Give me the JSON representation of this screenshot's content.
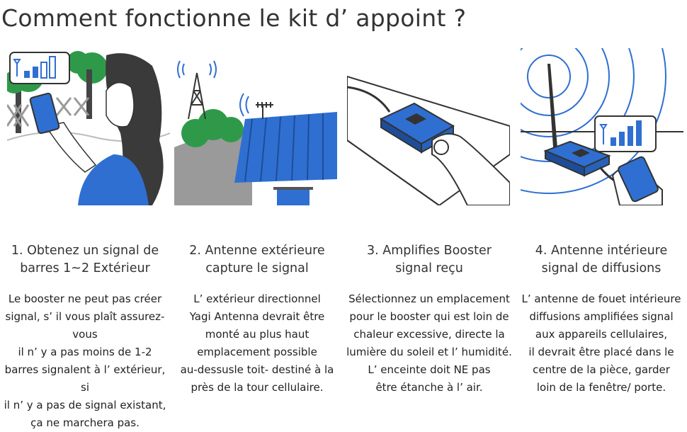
{
  "title": "Comment fonctionne le kit d’ appoint ?",
  "steps": [
    {
      "title": "1. Obtenez un signal de\nbarres 1~2 Extérieur",
      "text": "Le booster ne peut pas créer\nsignal, s’ il vous plaît assurez-vous\nil n’ y a pas moins de 1-2\nbarres signalent à l’ extérieur, si\nil n’ y a pas de signal existant,\nça ne marchera pas."
    },
    {
      "title": "2. Antenne extérieure\ncapture le signal",
      "text": "L’ extérieur directionnel\nYagi Antenna devrait être\nmonté au plus haut\nemplacement possible\nau-dessusle toit- destiné à la\nprès de la tour cellulaire."
    },
    {
      "title": "3. Amplifies Booster\nsignal reçu",
      "text": "Sélectionnez un emplacement\npour le booster qui est loin de\nchaleur excessive, directe la\nlumière du soleil et l’ humidité.\nL’ enceinte doit NE pas\nêtre étanche à l’ air."
    },
    {
      "title": "4. Antenne intérieure\nsignal de diffusions",
      "text": "L’ antenne de fouet intérieure\ndiffusions amplifiées signal\naux appareils cellulaires,\nil devrait être placé dans le\ncentre de la pièce, garder\nloin de la fenêtre/ porte."
    }
  ],
  "colors": {
    "accent": "#2f6fd1",
    "green": "#2e9a49",
    "gray": "#9a9a9a"
  }
}
